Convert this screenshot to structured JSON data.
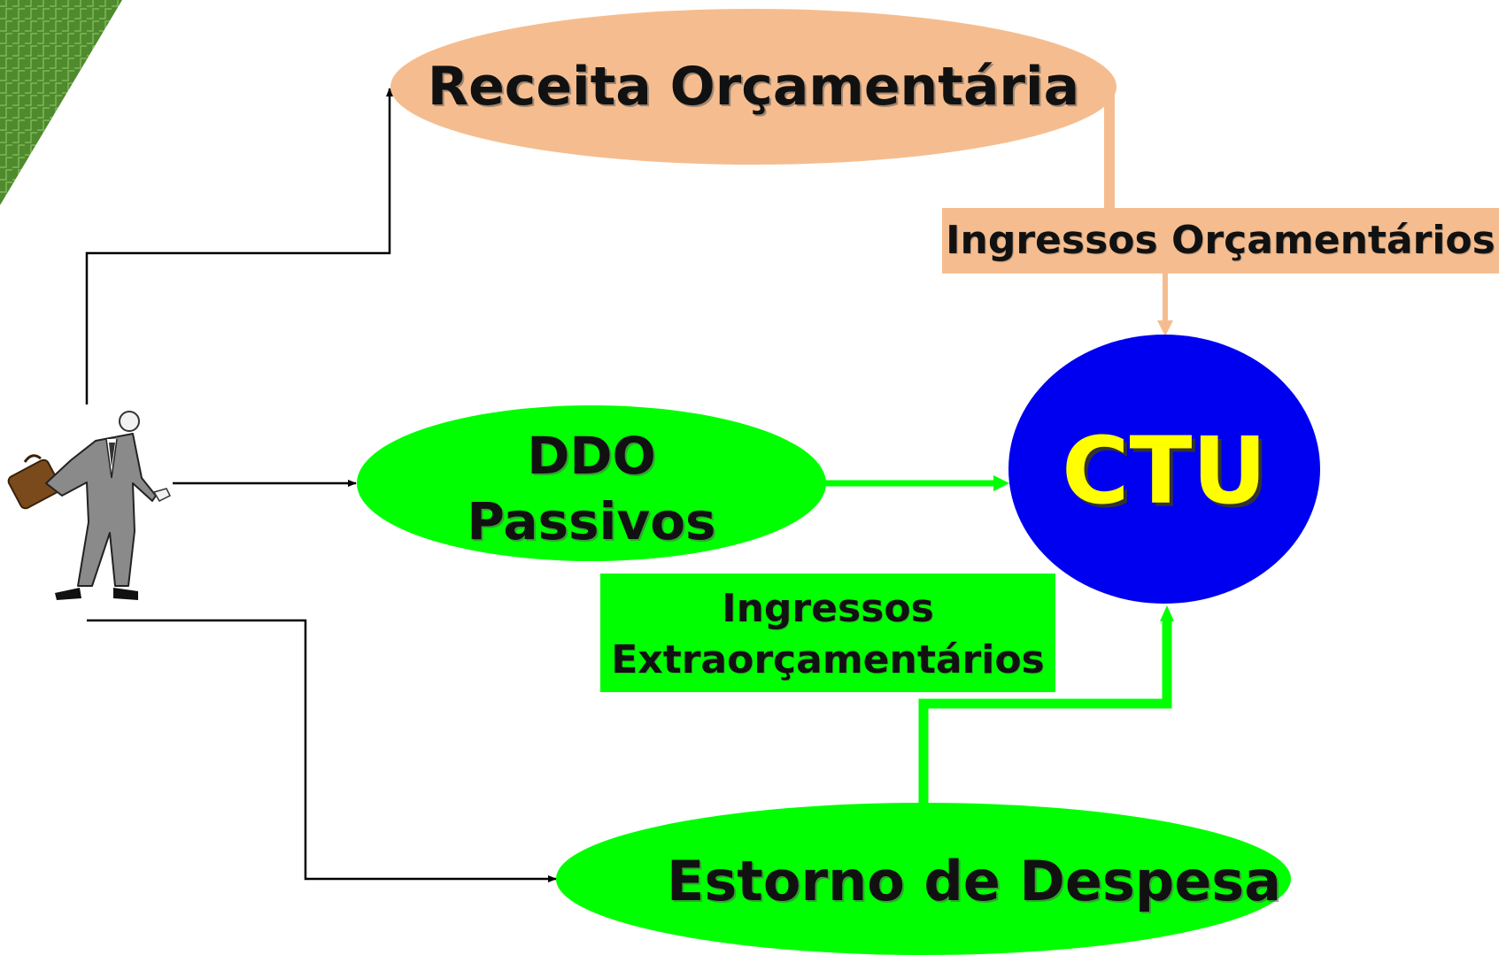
{
  "nodes": {
    "receita": {
      "text": "Receita Orçamentária",
      "color": "#f5bd8f"
    },
    "ddo": {
      "line1": "DDO",
      "line2": "Passivos",
      "color": "#00ff00"
    },
    "ctu": {
      "text": "CTU",
      "color": "#0000f0",
      "text_color": "#ffff00"
    },
    "estorno": {
      "text": "Estorno de Despesa",
      "color": "#00ff00"
    }
  },
  "labels": {
    "ingressos_orcamentarios": {
      "text": "Ingressos Orçamentários",
      "color": "#f5bd8f"
    },
    "ingressos_extra": {
      "line1": "Ingressos",
      "line2": "Extraorçamentários",
      "color": "#00ff00"
    }
  },
  "connectors": {
    "black": "#000000",
    "peach": "#f5bd8f",
    "green": "#00ff00"
  },
  "icons": {
    "person": "businessman-with-briefcase-icon",
    "corner": "green-circuit-corner-decoration"
  }
}
